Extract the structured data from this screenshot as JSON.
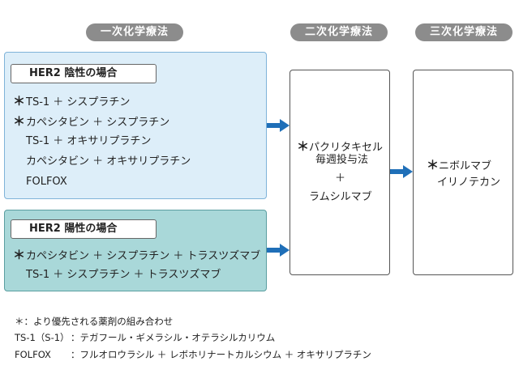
{
  "stages": {
    "first": "一次化学療法",
    "second": "二次化学療法",
    "third": "三次化学療法"
  },
  "her2_negative": {
    "heading": "HER2 陰性の場合",
    "regimens": [
      {
        "mark": "＊",
        "text": "TS-1 ＋ シスプラチン"
      },
      {
        "mark": "＊",
        "text": "カペシタビン ＋ シスプラチン"
      },
      {
        "mark": "",
        "text": "TS-1 ＋ オキサリプラチン"
      },
      {
        "mark": "",
        "text": "カペシタビン ＋ オキサリプラチン"
      },
      {
        "mark": "",
        "text": "FOLFOX"
      }
    ]
  },
  "her2_positive": {
    "heading": "HER2 陽性の場合",
    "regimens": [
      {
        "mark": "＊",
        "text": "カペシタビン ＋ シスプラチン ＋ トラスツズマブ"
      },
      {
        "mark": "",
        "text": "TS-1 ＋ シスプラチン ＋ トラスツズマブ"
      }
    ]
  },
  "second_line": {
    "mark": "＊",
    "line1": "パクリタキセル",
    "line2": "毎週投与法",
    "plus": "＋",
    "line3": "ラムシルマブ"
  },
  "third_line": {
    "mark": "＊",
    "line1": "ニボルマブ",
    "line2": "イリノテカン"
  },
  "notes": {
    "star": "＊：より優先される薬剤の組み合わせ",
    "ts1_label": "TS-1（S-1）",
    "ts1_text": "：テガフール・ギメラシル・オテラシルカリウム",
    "folfox_label": "FOLFOX",
    "folfox_text": "：フルオロウラシル ＋ レボホリナートカルシウム ＋ オキサリプラチン"
  },
  "colors": {
    "negative_fill": "#ddeef9",
    "negative_border": "#7fb3d9",
    "positive_fill": "#a9d8d9",
    "positive_border": "#5a9ea0",
    "arrow": "#1f6fb8",
    "pill": "#8c8c8c"
  }
}
